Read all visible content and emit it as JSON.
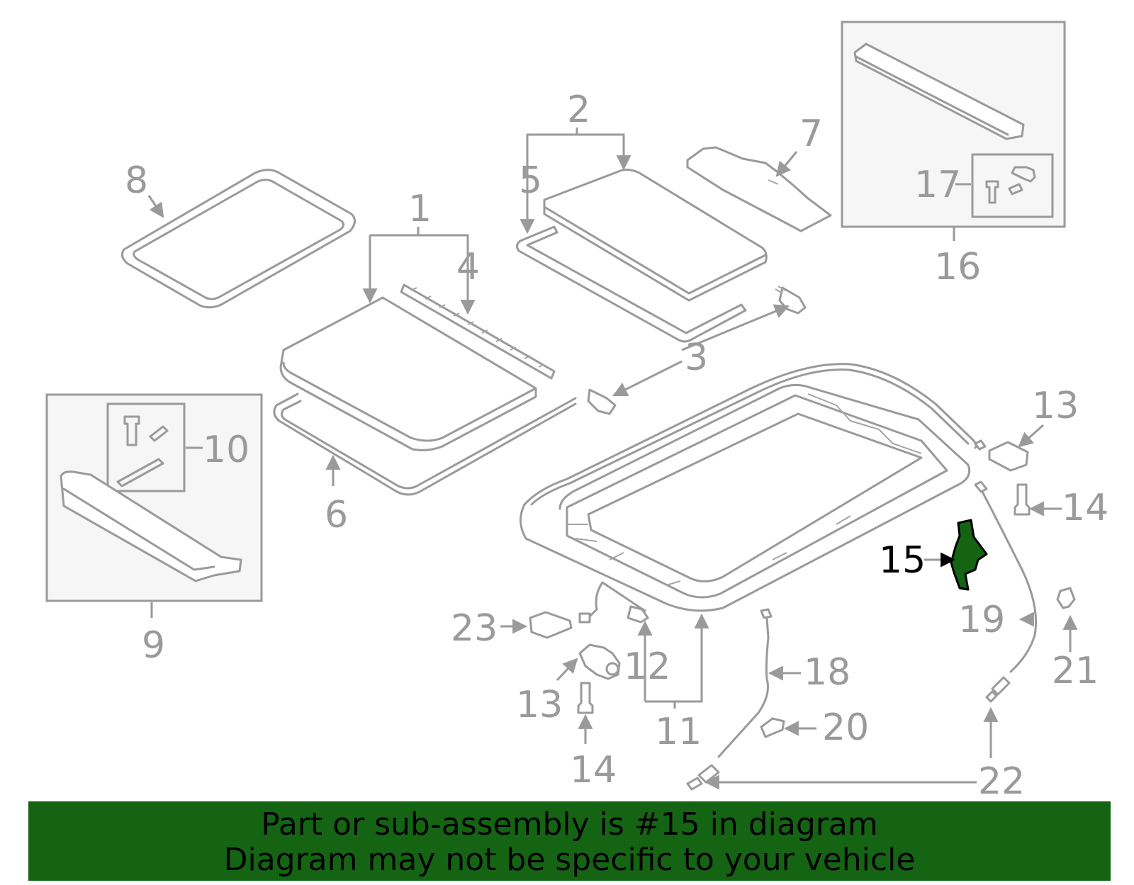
{
  "callouts": {
    "c1": "1",
    "c2": "2",
    "c3": "3",
    "c4": "4",
    "c5": "5",
    "c6": "6",
    "c7": "7",
    "c8": "8",
    "c9": "9",
    "c10": "10",
    "c11": "11",
    "c12": "12",
    "c13a": "13",
    "c13b": "13",
    "c14a": "14",
    "c14b": "14",
    "c15": "15",
    "c16": "16",
    "c17": "17",
    "c18": "18",
    "c19": "19",
    "c20": "20",
    "c21": "21",
    "c22": "22",
    "c23": "23"
  },
  "highlight": {
    "part": "15",
    "color": "#146414"
  },
  "banner": {
    "line1": "Part or sub-assembly is #15 in diagram",
    "line2": "Diagram may not be specific to your vehicle",
    "color": "#146414"
  }
}
